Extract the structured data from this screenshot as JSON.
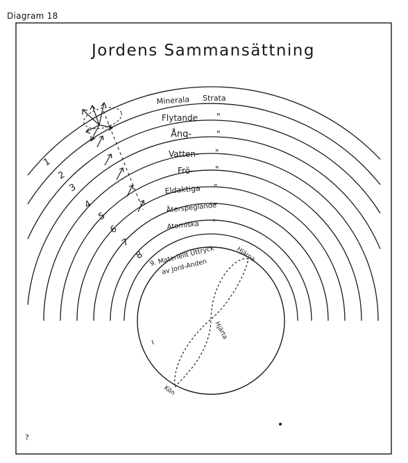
{
  "page_label": "Diagram 18",
  "title": "Jordens Sammansättning",
  "layers": [
    {
      "name": "Minerala",
      "suffix": "Strata"
    },
    {
      "name": "Flytande",
      "suffix": "\""
    },
    {
      "name": "Ång-",
      "suffix": "\""
    },
    {
      "name": "Vatten-",
      "suffix": "\""
    },
    {
      "name": "Frö-",
      "suffix": "\""
    },
    {
      "name": "Eldaktiga",
      "suffix": "\""
    },
    {
      "name": "Återspeglande",
      "suffix": "\""
    },
    {
      "name": "Atomiska",
      "suffix": "\""
    }
  ],
  "layer_numbers": [
    "1",
    "2",
    "3",
    "4",
    "5",
    "6",
    "7",
    "8"
  ],
  "core_label_line1": "9. Materiellt Uttryck",
  "core_label_line2": "av Jord-Anden",
  "core_markers": {
    "top": "Hjärna",
    "middle": "Hjärta",
    "bottom": "Kön"
  },
  "corner_mark": "?"
}
